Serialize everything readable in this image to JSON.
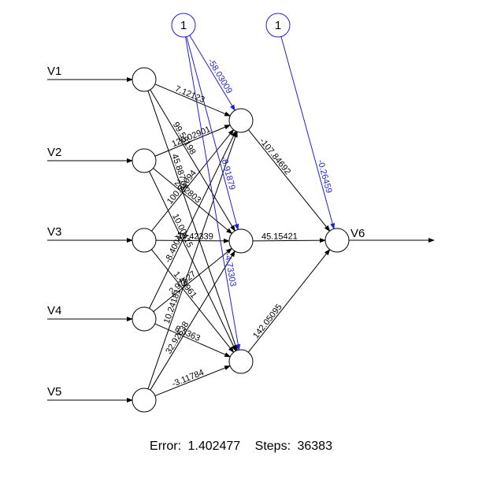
{
  "colors": {
    "edge": "#000000",
    "bias_edge": "#1f1fd6",
    "bias_text": "#1f1fd6",
    "node_fill": "#ffffff"
  },
  "inputs": [
    "V1",
    "V2",
    "V3",
    "V4",
    "V5"
  ],
  "output": "V6",
  "bias_label": "1",
  "hidden_count": 3,
  "weights_input_hidden": [
    [
      "7.12123",
      "99.58198",
      "45.88774"
    ],
    [
      "120.02901",
      "2.32803",
      "10.00415"
    ],
    [
      "100.95094",
      "-20.42339",
      "1.49961"
    ],
    [
      "-8.40041",
      "2.97527",
      "8.3363"
    ],
    [
      "10.24181",
      "32.92638",
      "-3.11784"
    ]
  ],
  "bias_hidden": [
    "-58.03009",
    "-8.91879",
    "-4.73303"
  ],
  "weights_hidden_output": [
    "-107.84692",
    "45.15421",
    "142.05095"
  ],
  "bias_output": "-0.26459",
  "footer": {
    "error_label": "Error:",
    "error_value": "1.402477",
    "steps_label": "Steps:",
    "steps_value": "36383"
  }
}
